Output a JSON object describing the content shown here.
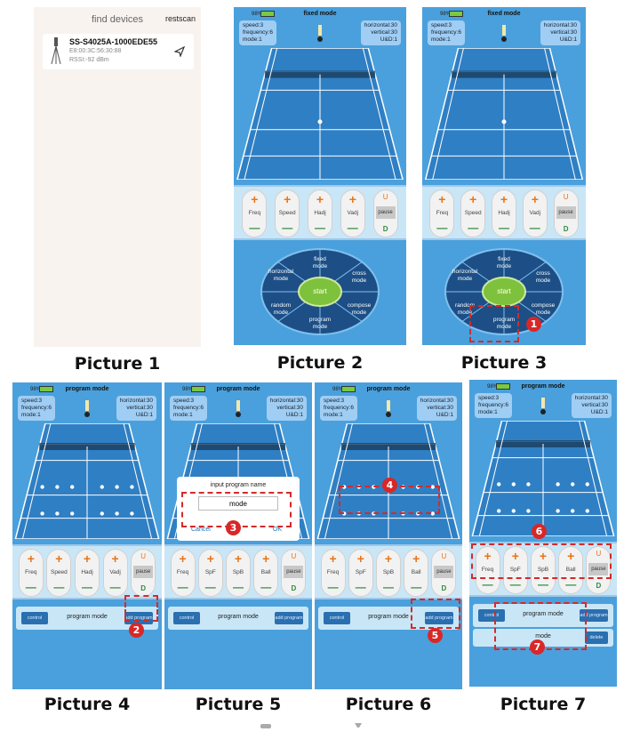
{
  "captions": [
    "Picture 1",
    "Picture 2",
    "Picture 3",
    "Picture 4",
    "Picture 5",
    "Picture 6",
    "Picture 7"
  ],
  "p1": {
    "title": "find devices",
    "scan": "restscan",
    "device_name": "SS-S4025A-1000EDE55",
    "mac": "E8:00:3C:56:30:88",
    "rssi": "RSSI:-92 dBm"
  },
  "battery": "98%",
  "info_left": [
    "speed:3",
    "frequency:6",
    "mode:1"
  ],
  "info_right": [
    "horizontal:30",
    "vertical:30",
    "U&D:1"
  ],
  "modes": {
    "fixed": "fixed mode",
    "program": "program mode"
  },
  "adjust_a": [
    "Freq",
    "Speed",
    "Hadj",
    "Vadj"
  ],
  "adjust_b": [
    "Freq",
    "SpF",
    "SpB",
    "Ball"
  ],
  "pause": "pause",
  "u": "U",
  "d": "D",
  "wheel": {
    "fixed": "fixed\nmode",
    "cross": "cross\nmode",
    "compose": "compose\nmode",
    "program": "program\nmode",
    "random": "random\nmode",
    "horizontal": "horizontal\nmode",
    "start": "start"
  },
  "prog": {
    "control": "control",
    "label": "program mode",
    "add": "add program",
    "delete": "delete",
    "mode": "mode"
  },
  "dialog": {
    "title": "input program name",
    "value": "mode",
    "cancel": "Cancel",
    "ok": "OK"
  },
  "markers": [
    "1",
    "2",
    "3",
    "4",
    "5",
    "6",
    "7"
  ],
  "colors": {
    "accent": "#d92727",
    "plus": "#e8751a",
    "minus": "#2e8b3d",
    "court": "#2f7fc4"
  }
}
